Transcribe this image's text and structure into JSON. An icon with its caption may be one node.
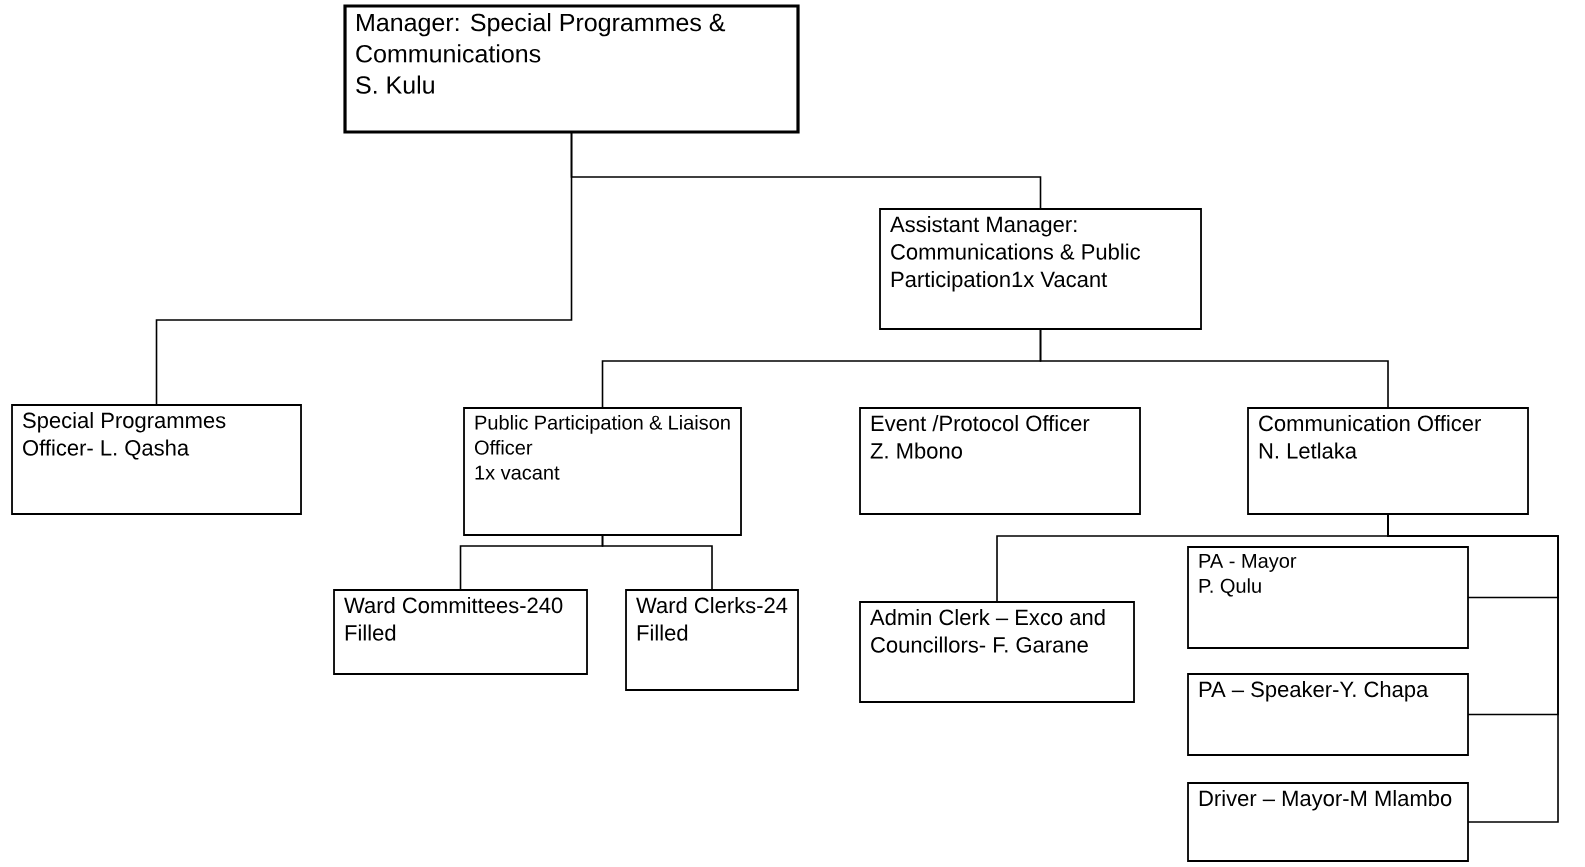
{
  "diagram": {
    "nodes": [
      {
        "text": [
          "Manager: Special Programmes & Communications",
          "S. Kulu"
        ]
      },
      {
        "text": [
          "Assistant Manager: Communications & Public Participation1x Vacant"
        ]
      },
      {
        "text": [
          "Special Programmes Officer- L. Qasha"
        ]
      },
      {
        "text": [
          "Public Participation & Liaison Officer",
          "1x vacant"
        ]
      },
      {
        "text": [
          "Event /Protocol Officer",
          "Z. Mbono"
        ]
      },
      {
        "text": [
          "Communication Officer",
          "N. Letlaka"
        ]
      },
      {
        "text": [
          "Ward Committees-240 Filled"
        ]
      },
      {
        "text": [
          "Ward Clerks-24 Filled"
        ]
      },
      {
        "text": [
          "Admin Clerk – Exco and Councillors- F. Garane"
        ]
      },
      {
        "text": [
          "PA - Mayor",
          "P. Qulu"
        ]
      },
      {
        "text": [
          "PA – Speaker-Y. Chapa"
        ]
      },
      {
        "text": [
          "Driver – Mayor-M Mlambo"
        ]
      }
    ],
    "edges": [
      {
        "from": 0,
        "to": 1,
        "arrow": "none"
      },
      {
        "from": 0,
        "to": 2,
        "arrow": "none"
      },
      {
        "from": 1,
        "to": 3,
        "arrow": "none"
      },
      {
        "from": 1,
        "to": 5,
        "arrow": "none"
      },
      {
        "from": 3,
        "to": 6,
        "arrow": "none"
      },
      {
        "from": 3,
        "to": 7,
        "arrow": "none"
      },
      {
        "from": 5,
        "to": 8,
        "arrow": "none"
      },
      {
        "from": 5,
        "to": 9,
        "arrow": "none"
      },
      {
        "from": 5,
        "to": 10,
        "arrow": "none"
      },
      {
        "from": 5,
        "to": 11,
        "arrow": "none"
      }
    ]
  }
}
